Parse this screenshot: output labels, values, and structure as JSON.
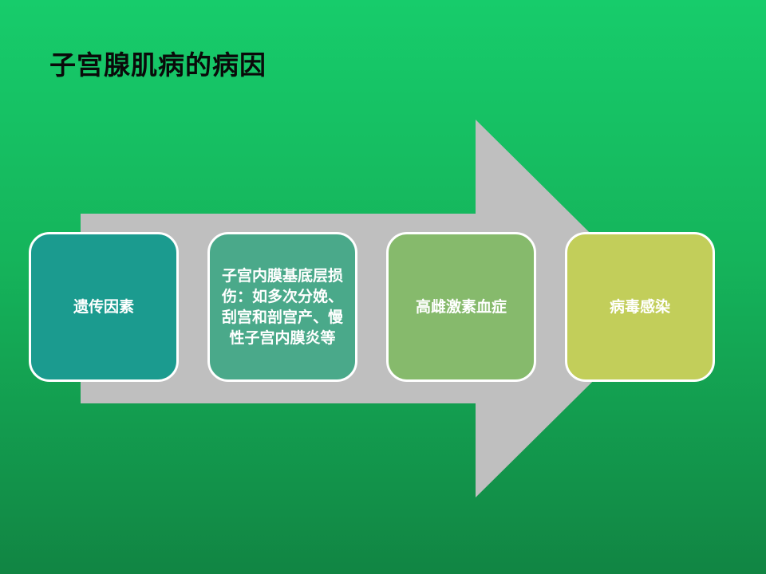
{
  "slide": {
    "title": "子宫腺肌病的病因"
  },
  "diagram": {
    "arrow_color": "#bfbfbf",
    "steps": [
      {
        "label": "遗传因素",
        "color": "#1b9b8f"
      },
      {
        "label": "子宫内膜基底层损伤：如多次分娩、刮宫和剖宫产、慢性子宫内膜炎等",
        "color": "#4aa98a"
      },
      {
        "label": "高雌激素血症",
        "color": "#86ba6c"
      },
      {
        "label": "病毒感染",
        "color": "#c2ce5a"
      }
    ]
  }
}
